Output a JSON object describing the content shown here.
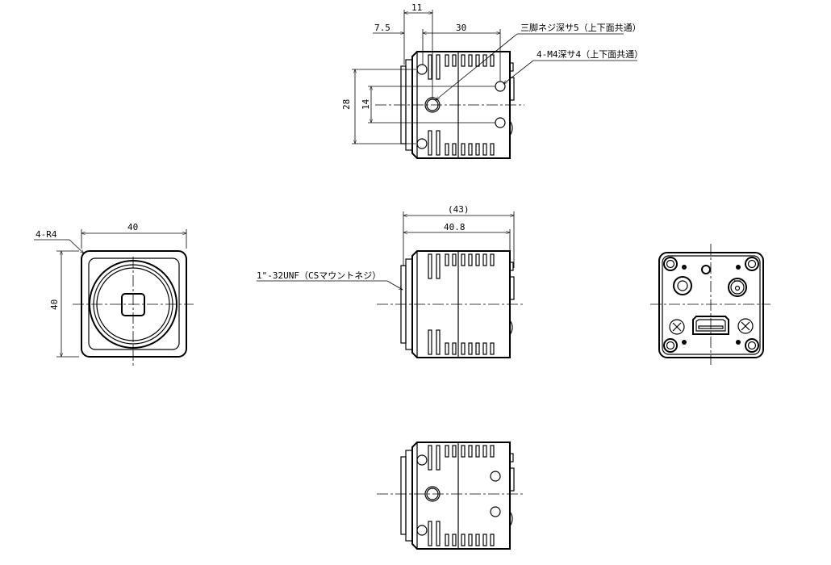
{
  "top_view": {
    "dim_11": "11",
    "dim_7_5": "7.5",
    "dim_30": "30",
    "dim_28": "28",
    "dim_14": "14",
    "note_tripod": "三脚ネジ深サ5（上下面共通）",
    "note_m4": "4-M4深サ4（上下面共通）"
  },
  "front_view": {
    "dim_width": "40",
    "dim_height": "40",
    "note_radius": "4-R4"
  },
  "side_view": {
    "dim_overall": "(43)",
    "dim_body": "40.8",
    "note_mount": "1\"-32UNF（CSマウントネジ）"
  }
}
